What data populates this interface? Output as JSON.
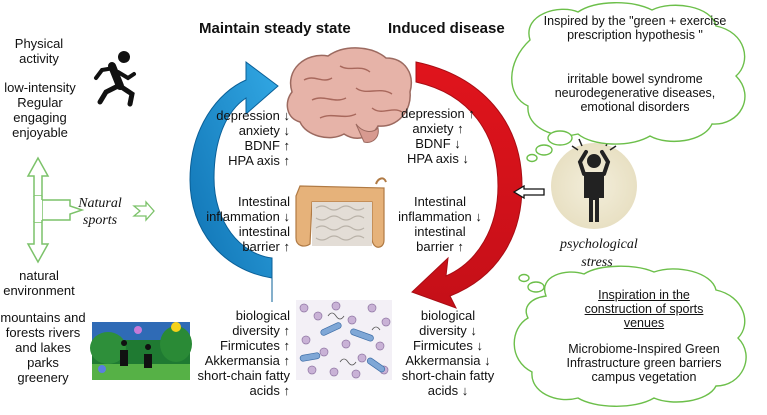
{
  "headings": {
    "maintain": "Maintain steady state",
    "induced": "Induced disease"
  },
  "left": {
    "physical_activity": "Physical activity",
    "intensity": "low-intensity Regular engaging enjoyable",
    "natural_sports": "Natural sports",
    "natural_environment": "natural environment",
    "places": "mountains and forests rivers and lakes parks greenery"
  },
  "steady": {
    "brain": [
      "depression ↓",
      "anxiety ↓",
      "BDNF ↑",
      "HPA axis ↑"
    ],
    "gut": [
      "Intestinal",
      "inflammation ↓",
      "intestinal",
      "barrier ↑"
    ],
    "microbiome": [
      "biological",
      "diversity ↑",
      "Firmicutes ↑",
      "Akkermansia ↑",
      "short-chain fatty",
      "acids ↑"
    ]
  },
  "disease": {
    "brain": [
      "depression ↑",
      "anxiety ↑",
      "BDNF ↓",
      "HPA axis ↓"
    ],
    "gut": [
      "Intestinal",
      "inflammation ↓",
      "intestinal",
      "barrier ↑"
    ],
    "microbiome": [
      "biological",
      "diversity ↓",
      "Firmicutes ↓",
      "Akkermansia ↓",
      "short-chain fatty",
      "acids ↓"
    ]
  },
  "stress": {
    "label": "psychological stress"
  },
  "bubble_top": {
    "title": "Inspired by the \"green + exercise prescription hypothesis  \"",
    "body": "irritable bowel syndrome neurodegenerative diseases, emotional disorders"
  },
  "bubble_bottom": {
    "title": "Inspiration in the construction of sports venues",
    "body": "Microbiome-Inspired Green Infrastructure green barriers campus vegetation"
  },
  "colors": {
    "blue_arrow": "#1a86c8",
    "red_arrow": "#d7141a",
    "cloud_border": "#6cbf4a",
    "green_outline": "#7cc26a"
  }
}
